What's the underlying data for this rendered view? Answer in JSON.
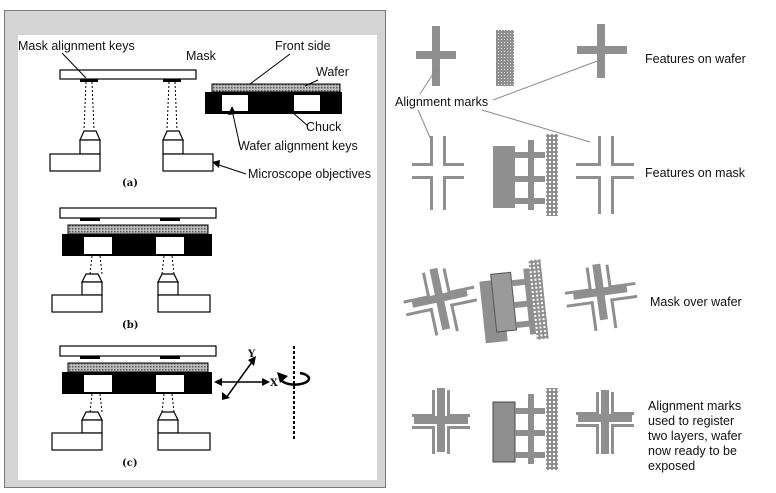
{
  "left": {
    "labels": {
      "mask_keys": "Mask alignment keys",
      "mask": "Mask",
      "front": "Front side",
      "wafer": "Wafer",
      "chuck": "Chuck",
      "wafer_keys": "Wafer alignment keys",
      "objectives": "Microscope objectives"
    },
    "sub": {
      "a": "(a)",
      "b": "(b)",
      "c": "(c)"
    },
    "axes": {
      "y": "Y",
      "x": "X"
    }
  },
  "right": {
    "alignment_marks": "Alignment marks",
    "rows": [
      {
        "label": "Features on wafer"
      },
      {
        "label": "Features on mask"
      },
      {
        "label": "Mask over wafer"
      },
      {
        "label": "Alignment marks used to register two layers, wafer now ready to be exposed"
      }
    ],
    "row4_lines": [
      "Alignment marks",
      "used to register",
      "two layers, wafer",
      "now ready to be",
      "exposed"
    ]
  },
  "colors": {
    "gray": "#8f8f8f",
    "dark": "#000000",
    "panel": "#d4d4d4"
  }
}
